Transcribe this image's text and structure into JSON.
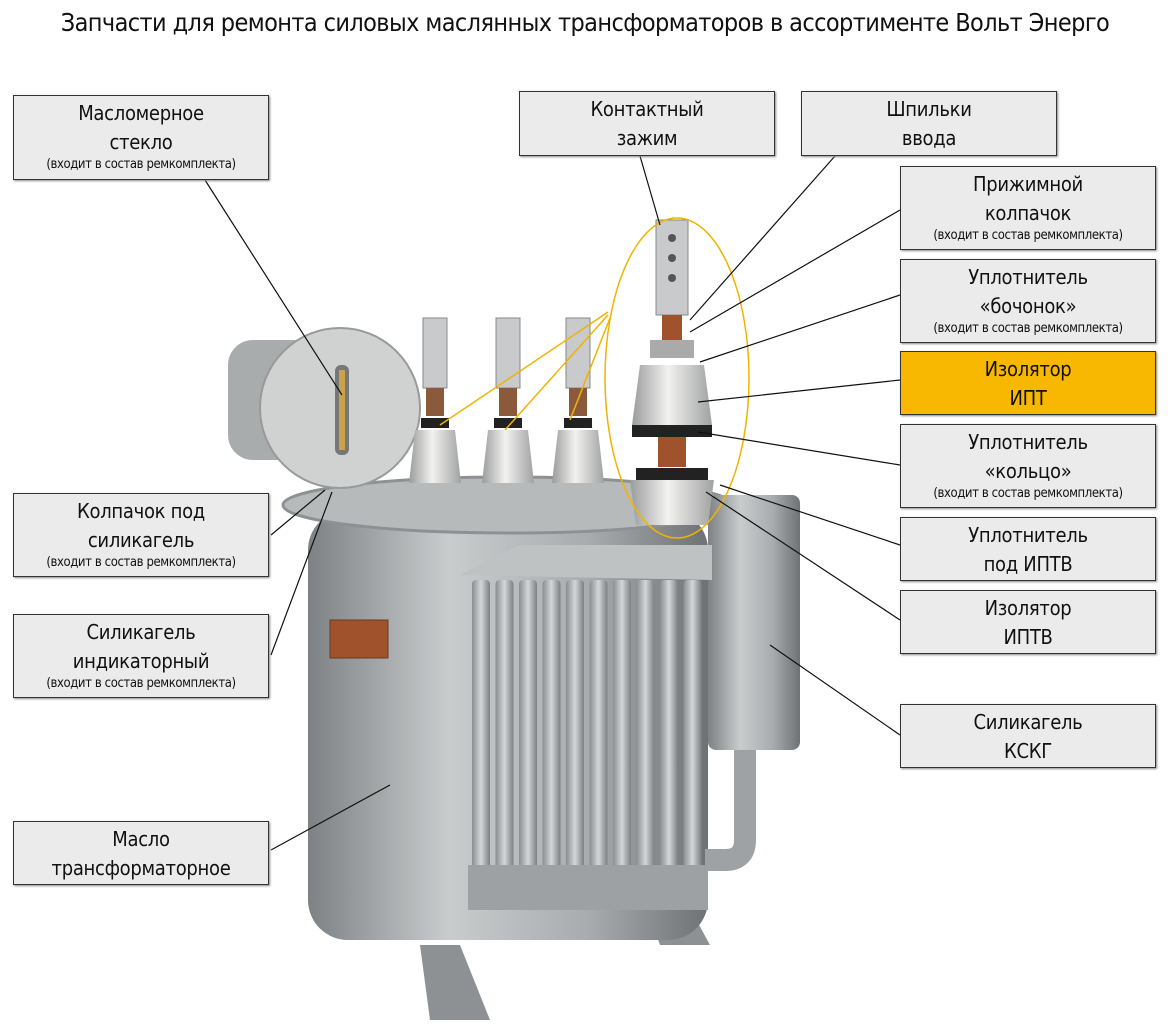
{
  "title": "Запчасти для ремонта силовых маслянных трансформаторов в ассортименте Вольт Энерго",
  "kit_note": "(входит в состав ремкомплекта)",
  "colors": {
    "box": "#ebebeb",
    "highlight": "#f8b700",
    "callout_orange": "#f0b400"
  },
  "labels": [
    {
      "id": "oil-gauge-glass",
      "line1": "Масломерное",
      "line2": "стекло",
      "kit": true
    },
    {
      "id": "contact-clamp",
      "line1": "Контактный",
      "line2": "зажим",
      "kit": false
    },
    {
      "id": "bushing-studs",
      "line1": "Шпильки",
      "line2": "ввода",
      "kit": false
    },
    {
      "id": "pressure-cap",
      "line1": "Прижимной",
      "line2": "колпачок",
      "kit": true
    },
    {
      "id": "barrel-seal",
      "line1": "Уплотнитель",
      "line2": "«бочонок»",
      "kit": true
    },
    {
      "id": "ipt-insulator",
      "line1": "Изолятор",
      "line2": "ИПТ",
      "kit": false,
      "highlight": true
    },
    {
      "id": "ring-seal",
      "line1": "Уплотнитель",
      "line2": "«кольцо»",
      "kit": true
    },
    {
      "id": "iptv-seal",
      "line1": "Уплотнитель",
      "line2": "под ИПТВ",
      "kit": false
    },
    {
      "id": "iptv-insulator",
      "line1": "Изолятор",
      "line2": "ИПТВ",
      "kit": false
    },
    {
      "id": "silica-gel-kskg",
      "line1": "Силикагель",
      "line2": "КСКГ",
      "kit": false
    },
    {
      "id": "silica-gel-cap",
      "line1": "Колпачок под",
      "line2": "силикагель",
      "kit": true
    },
    {
      "id": "indicator-silica-gel",
      "line1": "Силикагель",
      "line2": "индикаторный",
      "kit": true
    },
    {
      "id": "transformer-oil",
      "line1": "Масло",
      "line2": "трансформаторное",
      "kit": false
    }
  ]
}
